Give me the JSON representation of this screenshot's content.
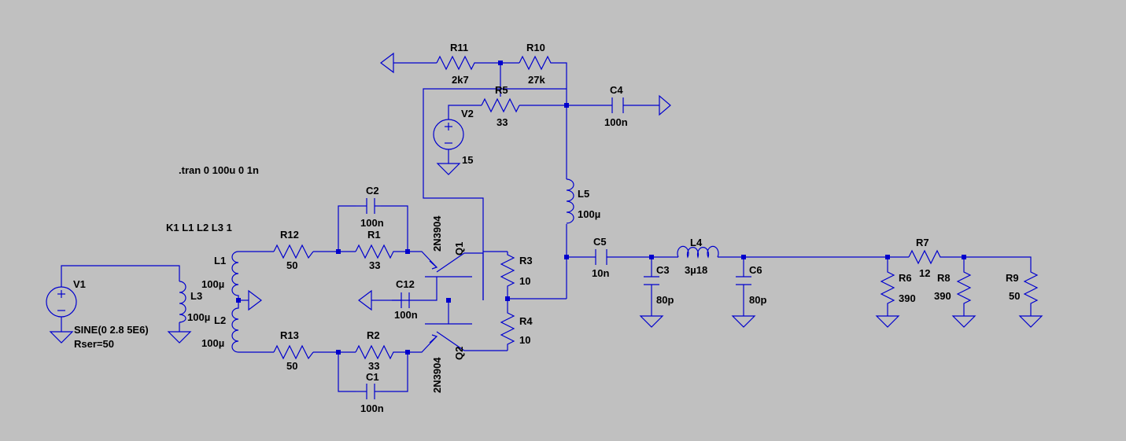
{
  "colors": {
    "background": "#c0c0c0",
    "wire": "#0000cd",
    "text": "#000000"
  },
  "directives": {
    "tran": ".tran 0 100u 0 1n",
    "coupling": "K1 L1 L2 L3 1"
  },
  "sources": {
    "v1": {
      "name": "V1",
      "value_line1": "SINE(0 2.8 5E6)",
      "value_line2": "Rser=50"
    },
    "v2": {
      "name": "V2",
      "value": "15"
    }
  },
  "resistors": {
    "r1": {
      "name": "R1",
      "value": "33"
    },
    "r2": {
      "name": "R2",
      "value": "33"
    },
    "r3": {
      "name": "R3",
      "value": "10"
    },
    "r4": {
      "name": "R4",
      "value": "10"
    },
    "r5": {
      "name": "R5",
      "value": "33"
    },
    "r6": {
      "name": "R6",
      "value": "390"
    },
    "r7": {
      "name": "R7",
      "value": "12"
    },
    "r8": {
      "name": "R8",
      "value": "390"
    },
    "r9": {
      "name": "R9",
      "value": "50"
    },
    "r10": {
      "name": "R10",
      "value": "27k"
    },
    "r11": {
      "name": "R11",
      "value": "2k7"
    },
    "r12": {
      "name": "R12",
      "value": "50"
    },
    "r13": {
      "name": "R13",
      "value": "50"
    }
  },
  "capacitors": {
    "c1": {
      "name": "C1",
      "value": "100n"
    },
    "c2": {
      "name": "C2",
      "value": "100n"
    },
    "c3": {
      "name": "C3",
      "value": "80p"
    },
    "c4": {
      "name": "C4",
      "value": "100n"
    },
    "c5": {
      "name": "C5",
      "value": "10n"
    },
    "c6": {
      "name": "C6",
      "value": "80p"
    },
    "c12": {
      "name": "C12",
      "value": "100n"
    }
  },
  "inductors": {
    "l1": {
      "name": "L1",
      "value": "100µ"
    },
    "l2": {
      "name": "L2",
      "value": "100µ"
    },
    "l3": {
      "name": "L3",
      "value": "100µ"
    },
    "l4": {
      "name": "L4",
      "value": "3µ18"
    },
    "l5": {
      "name": "L5",
      "value": "100µ"
    }
  },
  "transistors": {
    "q1": {
      "name": "Q1",
      "model": "2N3904"
    },
    "q2": {
      "name": "Q2",
      "model": "2N3904"
    }
  }
}
